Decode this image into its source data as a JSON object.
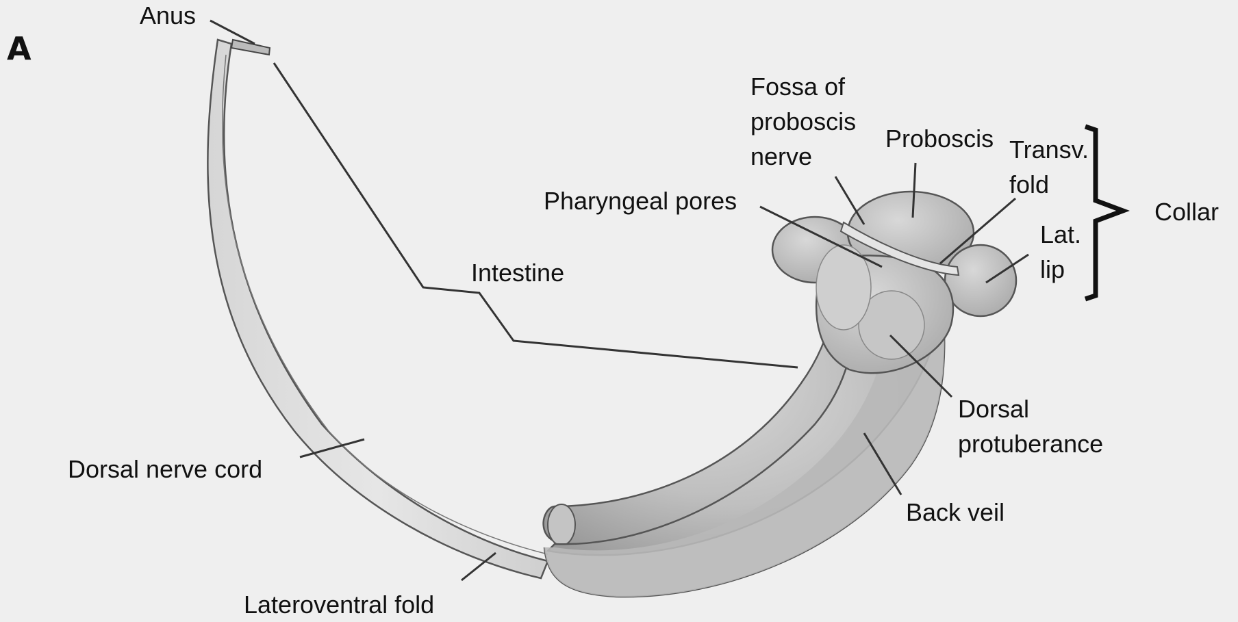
{
  "figure": {
    "panel_letter": "A",
    "labels": {
      "anus": "Anus",
      "intestine": "Intestine",
      "pharyngeal_pores": "Pharyngeal pores",
      "fossa": "Fossa of\nproboscis\nnerve",
      "proboscis": "Proboscis",
      "transv_fold": "Transv.\nfold",
      "collar": "Collar",
      "lat_lip": "Lat.\nlip",
      "dorsal_protuberance": "Dorsal\nprotuberance",
      "back_veil": "Back veil",
      "dorsal_nerve_cord": "Dorsal nerve cord",
      "lateroventral_fold": "Lateroventral fold"
    }
  }
}
